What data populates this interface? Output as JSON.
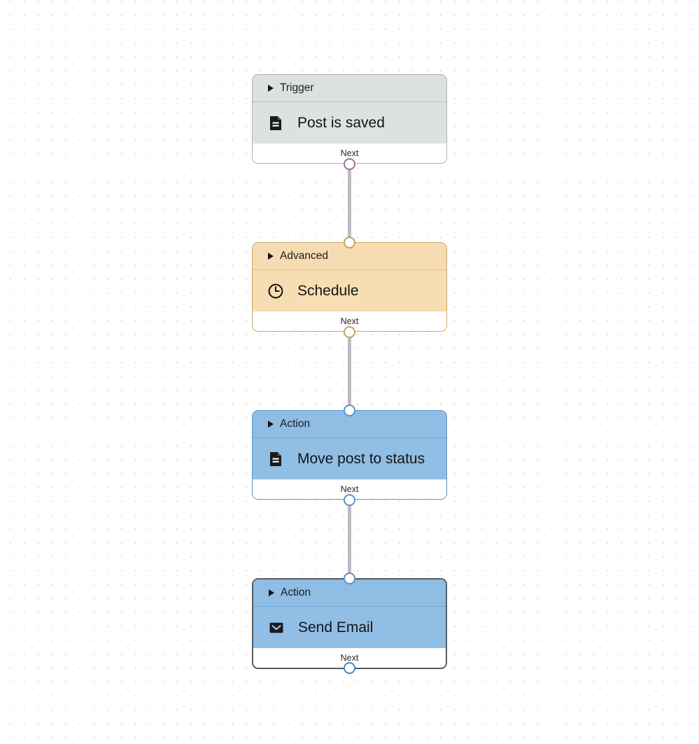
{
  "canvas": {
    "background_color": "#ffffff",
    "dot_color": "#dcd8dc",
    "edge_color": "#bfbcc4"
  },
  "workflow": {
    "nodes": [
      {
        "id": "trigger-post-is-saved",
        "header_label": "Trigger",
        "title": "Post is saved",
        "footer_label": "Next",
        "icon": "document-icon",
        "category": "trigger",
        "accent_color": "#dce3de",
        "border_color": "#a9b3ac",
        "selected": false
      },
      {
        "id": "advanced-schedule",
        "header_label": "Advanced",
        "title": "Schedule",
        "footer_label": "Next",
        "icon": "clock-icon",
        "category": "advanced",
        "accent_color": "#f7ddb2",
        "border_color": "#c9a469",
        "selected": false
      },
      {
        "id": "action-move-post-to-status",
        "header_label": "Action",
        "title": "Move post to status",
        "footer_label": "Next",
        "icon": "document-icon",
        "category": "action",
        "accent_color": "#90bee4",
        "border_color": "#5e94c8",
        "selected": false
      },
      {
        "id": "action-send-email",
        "header_label": "Action",
        "title": "Send Email",
        "footer_label": "Next",
        "icon": "envelope-icon",
        "category": "action",
        "accent_color": "#90bee4",
        "border_color": "#565b60",
        "selected": true
      }
    ],
    "ports": [
      {
        "id": "port-trigger-out",
        "ring_color": "#9e6f9b"
      },
      {
        "id": "port-advanced-in",
        "ring_color": "#c8a066"
      },
      {
        "id": "port-advanced-out",
        "ring_color": "#c8a066"
      },
      {
        "id": "port-action-move-in",
        "ring_color": "#5e94c8"
      },
      {
        "id": "port-action-move-out",
        "ring_color": "#5e94c8"
      },
      {
        "id": "port-action-email-in",
        "ring_color": "#5e94c8"
      },
      {
        "id": "port-action-email-out",
        "ring_color": "#4a87c4"
      }
    ],
    "edges": [
      {
        "id": "edge-trigger-to-advanced",
        "from": "trigger-post-is-saved",
        "to": "advanced-schedule"
      },
      {
        "id": "edge-advanced-to-move",
        "from": "advanced-schedule",
        "to": "action-move-post-to-status"
      },
      {
        "id": "edge-move-to-email",
        "from": "action-move-post-to-status",
        "to": "action-send-email"
      }
    ]
  }
}
